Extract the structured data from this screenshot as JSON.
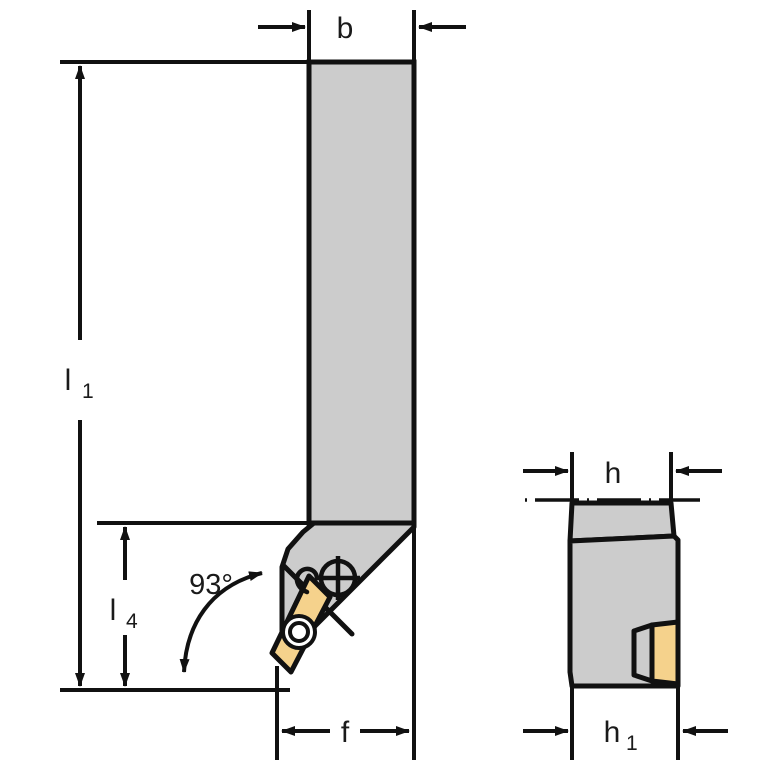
{
  "drawing": {
    "title": "Turning tool holder dimensional drawing",
    "views": [
      {
        "name": "front-view",
        "label": ""
      },
      {
        "name": "side-view",
        "label": ""
      }
    ],
    "colors": {
      "body_fill": "#cccccc",
      "insert_fill": "#f5d28c",
      "line": "#111111",
      "background": "#ffffff"
    }
  },
  "dimensions": {
    "b": {
      "label": "b",
      "sub": ""
    },
    "l1": {
      "label": "l",
      "sub": "1"
    },
    "l4": {
      "label": "l",
      "sub": "4"
    },
    "f": {
      "label": "f",
      "sub": ""
    },
    "h": {
      "label": "h",
      "sub": ""
    },
    "h1": {
      "label": "h",
      "sub": "1"
    }
  },
  "angle": {
    "value": "93",
    "unit": "°",
    "label": "93°"
  },
  "icons": {
    "insert_screw": "screw-hole-icon",
    "center_mark": "crosshair-icon",
    "centerline": "centerline-icon"
  }
}
